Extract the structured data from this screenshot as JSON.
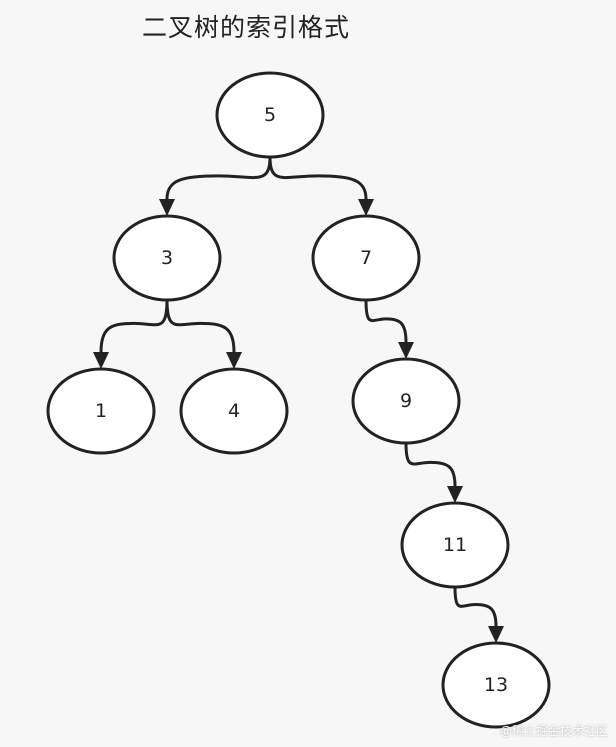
{
  "title": "二叉树的索引格式",
  "watermark": "@稀土掘金技术社区",
  "colors": {
    "background": "#f7f7f7",
    "node_fill": "#ffffff",
    "stroke": "#222222"
  },
  "nodes": [
    {
      "id": "n5",
      "label": "5"
    },
    {
      "id": "n3",
      "label": "3"
    },
    {
      "id": "n7",
      "label": "7"
    },
    {
      "id": "n1",
      "label": "1"
    },
    {
      "id": "n4",
      "label": "4"
    },
    {
      "id": "n9",
      "label": "9"
    },
    {
      "id": "n11",
      "label": "11"
    },
    {
      "id": "n13",
      "label": "13"
    }
  ],
  "edges": [
    {
      "from": "n5",
      "to": "n3"
    },
    {
      "from": "n5",
      "to": "n7"
    },
    {
      "from": "n3",
      "to": "n1"
    },
    {
      "from": "n3",
      "to": "n4"
    },
    {
      "from": "n7",
      "to": "n9"
    },
    {
      "from": "n9",
      "to": "n11"
    },
    {
      "from": "n11",
      "to": "n13"
    }
  ]
}
